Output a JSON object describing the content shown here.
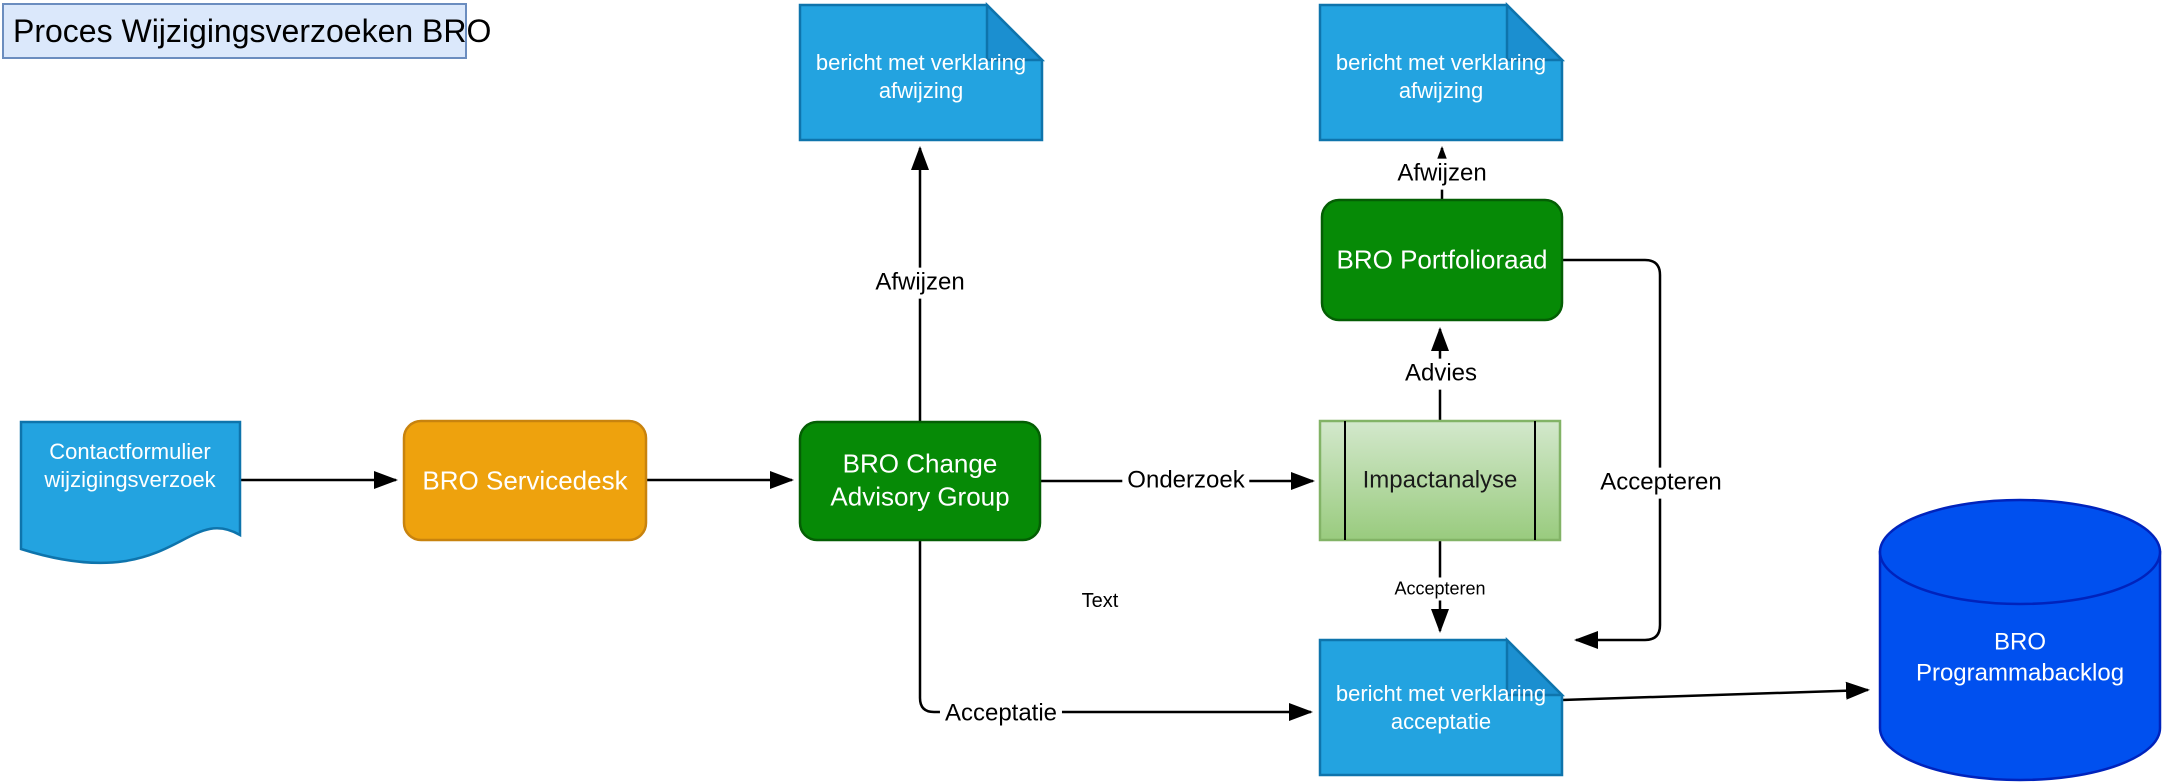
{
  "title": "Proces Wijzigingsverzoeken BRO",
  "nodes": {
    "contactformulier": "Contactformulier wijzigingsverzoek",
    "servicedesk": "BRO Servicedesk",
    "change_advisory_group": "BRO Change Advisory Group",
    "bericht_afwijzing_cag": "bericht met verklaring afwijzing",
    "bericht_afwijzing_portfolioraad": "bericht met verklaring afwijzing",
    "impactanalyse": "Impactanalyse",
    "portfolioraad": "BRO Portfolioraad",
    "bericht_acceptatie": "bericht met verklaring acceptatie",
    "programmabacklog": "BRO Programmabacklog"
  },
  "edges": {
    "afwijzen_cag": "Afwijzen",
    "afwijzen_portfolioraad": "Afwijzen",
    "onderzoek": "Onderzoek",
    "advies": "Advies",
    "accepteren_portfolioraad": "Accepteren",
    "accepteren_impactanalyse": "Accepteren",
    "acceptatie": "Acceptatie",
    "text_placeholder": "Text"
  },
  "colors": {
    "title_fill": "#dbe8fb",
    "title_border": "#6b8dbf",
    "blue_fill": "#23a3e0",
    "blue_border": "#0e74ac",
    "blue_fold": "#1b8fd0",
    "orange_fill": "#eea20d",
    "orange_border": "#c8830e",
    "green_fill": "#068a06",
    "green_border": "#045e04",
    "impact_top": "#d3e8cc",
    "impact_bottom": "#99cb7e",
    "impact_border": "#82b366",
    "db_fill": "#0050ef",
    "db_border": "#0023bc"
  }
}
